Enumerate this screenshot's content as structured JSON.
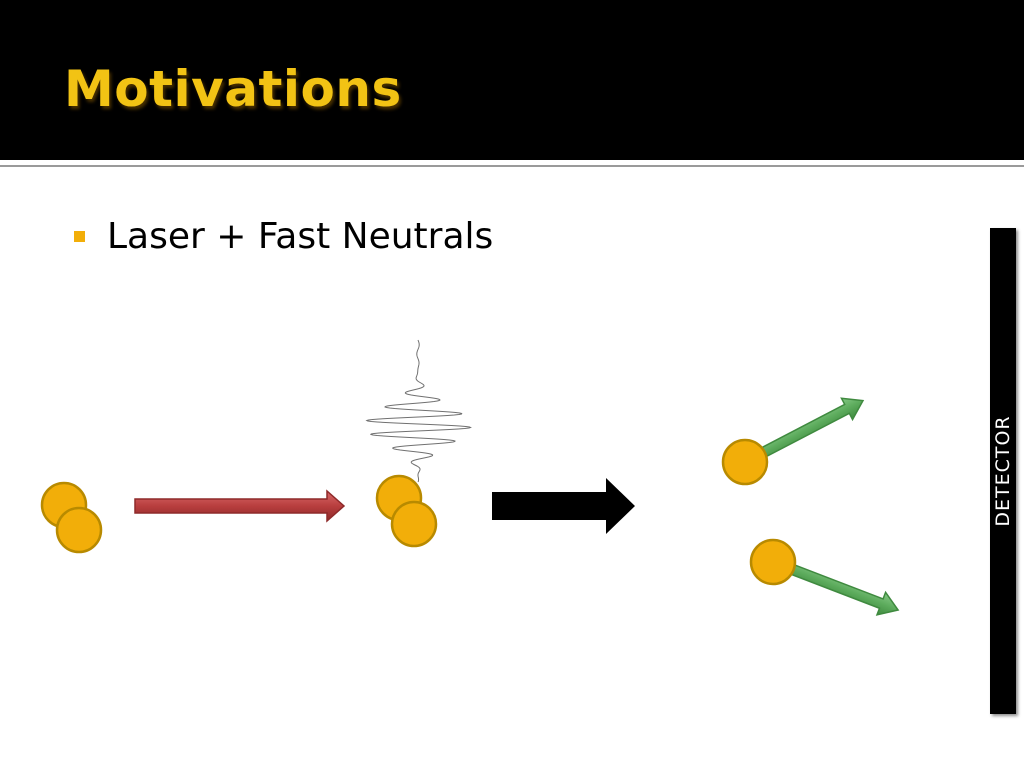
{
  "slide": {
    "title": "Motivations",
    "bullet": "Laser + Fast Neutrals",
    "detector_label": "DETECTOR"
  },
  "icons": {
    "bullet": "square-bullet-icon",
    "laser_pulse": "laser-pulse-icon",
    "beam_arrow": "beam-arrow-icon",
    "process_arrow": "process-arrow-icon",
    "fragment_arrow": "fragment-arrow-icon"
  },
  "colors": {
    "header_background": "#000000",
    "title": "#f2c314",
    "bullet": "#f2ae09",
    "atom_fill": "#f2ae09",
    "atom_outline": "#b88a00",
    "beam_arrow": "#b83e3e",
    "fragment_arrow": "#5cab5c",
    "process_arrow": "#000000",
    "detector": "#000000"
  }
}
